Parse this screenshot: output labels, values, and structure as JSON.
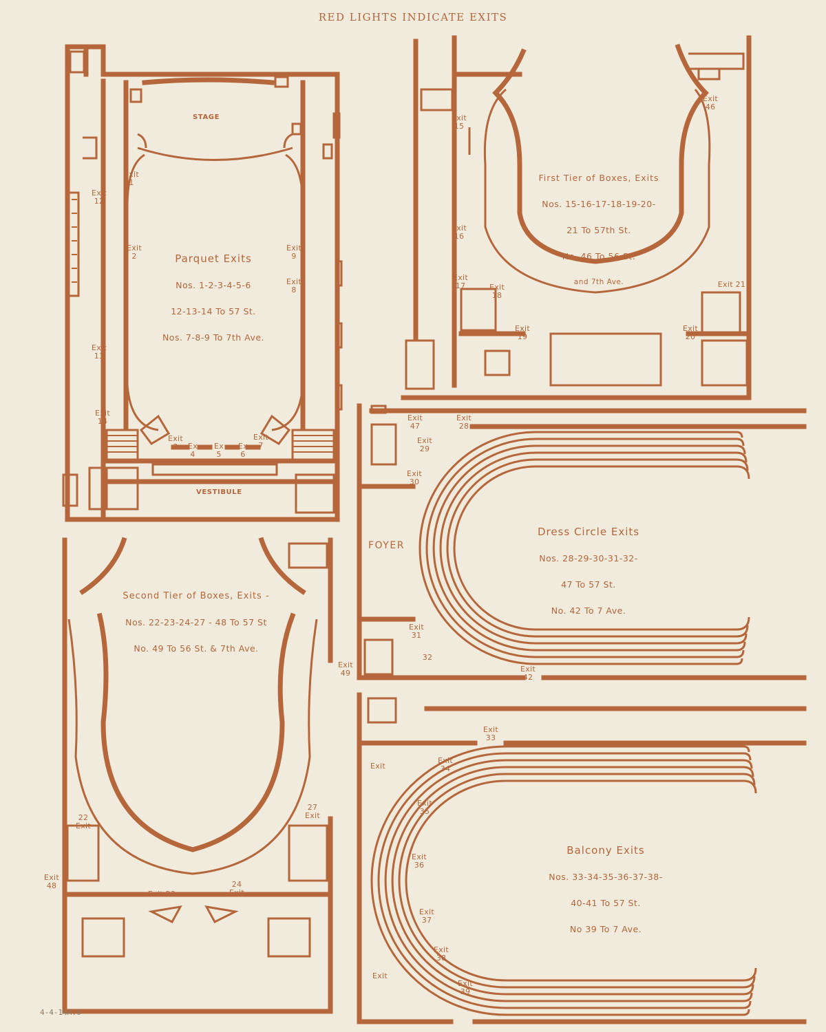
{
  "header": {
    "title": "RED LIGHTS INDICATE EXITS"
  },
  "rooms": {
    "stage": "STAGE",
    "vestibule": "VESTIBULE",
    "foyer": "FOYER"
  },
  "sections": {
    "parquet": {
      "heading": "Parquet Exits",
      "lines": [
        "Nos. 1-2-3-4-5-6",
        "12-13-14 To 57 St.",
        "Nos. 7-8-9 To 7th Ave."
      ]
    },
    "first_tier": {
      "heading": "First Tier of Boxes, Exits",
      "lines": [
        "Nos. 15-16-17-18-19-20-",
        "21 To 57th St.",
        "No. 46 To 56 St.",
        "and 7th Ave."
      ]
    },
    "second_tier": {
      "heading": "Second Tier of Boxes, Exits -",
      "lines": [
        "Nos. 22-23-24-27 - 48 To 57 St",
        "No. 49 To 56 St. & 7th Ave."
      ]
    },
    "dress_circle": {
      "heading": "Dress Circle Exits",
      "lines": [
        "Nos. 28-29-30-31-32-",
        "47 To 57 St.",
        "No. 42 To 7 Ave."
      ]
    },
    "balcony": {
      "heading": "Balcony Exits",
      "lines": [
        "Nos. 33-34-35-36-37-38-",
        "40-41 To 57 St.",
        "No 39 To 7 Ave."
      ]
    }
  },
  "exits": {
    "e1": "Exit\n1",
    "e2": "Exit\n2",
    "e3": "Exit\n3",
    "e4": "Ex\n4",
    "e5": "Ex\n5",
    "e6": "Ex\n6",
    "e7": "Exit\n7",
    "e8": "Exit\n8",
    "e9": "Exit\n9",
    "e12": "Exit\n12",
    "e13": "Exit\n13",
    "e14": "Exit\n14",
    "e15": "Exit\n15",
    "e16": "Exit\n16",
    "e17": "Exit\n17",
    "e18": "Exit\n18",
    "e19": "Exit\n19",
    "e20": "Exit\n20",
    "e21": "Exit 21",
    "e46": "Exit\n46",
    "e22": "22\nExit",
    "e23": "Exit 23",
    "e24": "24\nExit",
    "e27": "27\nExit",
    "e48": "Exit\n48",
    "e49": "Exit\n49",
    "e28": "Exit\n28",
    "e29": "Exit\n29",
    "e30": "Exit\n30",
    "e31": "Exit\n31",
    "e32": "32",
    "e42": "Exit\n42",
    "e47": "Exit\n47",
    "e33": "Exit\n33",
    "e34": "Exit\n34",
    "e35": "Exit\n35",
    "e36": "Exit\n36",
    "e37": "Exit\n37",
    "e38": "Exit\n38",
    "e39": "Exit\n39",
    "eb_top": "Exit",
    "eb_bottom": "Exit"
  },
  "footer": {
    "note": "4-4-14A.6"
  },
  "colors": {
    "ink": "#b5663a",
    "paper": "#f0ebdc"
  }
}
